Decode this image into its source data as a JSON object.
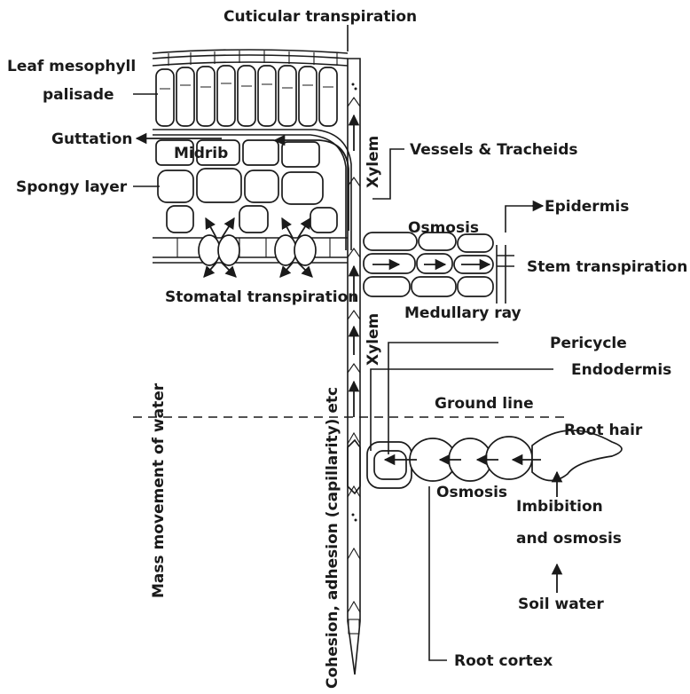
{
  "labels": {
    "cuticular": "Cuticular transpiration",
    "leaf_mesophyll": "Leaf mesophyll",
    "palisade": "palisade",
    "guttation": "Guttation",
    "midrib": "Midrib",
    "vessels": "Vessels & Tracheids",
    "spongy": "Spongy layer",
    "xylem_top": "Xylem",
    "epidermis": "Epidermis",
    "osmosis_top": "Osmosis",
    "stem_transpiration": "Stem transpiration",
    "stomatal": "Stomatal transpiration",
    "medullary": "Medullary ray",
    "mass_movement": "Mass movement of water",
    "cohesion": "Cohesion, adhesion (capillarity) etc",
    "xylem_mid": "Xylem",
    "pericycle": "Pericycle",
    "endodermis": "Endodermis",
    "ground_line": "Ground line",
    "root_hair": "Root hair",
    "osmosis_root": "Osmosis",
    "imbibition": "Imbibition",
    "and_osmosis": "and osmosis",
    "soil_water": "Soil water",
    "root_cortex": "Root cortex"
  }
}
